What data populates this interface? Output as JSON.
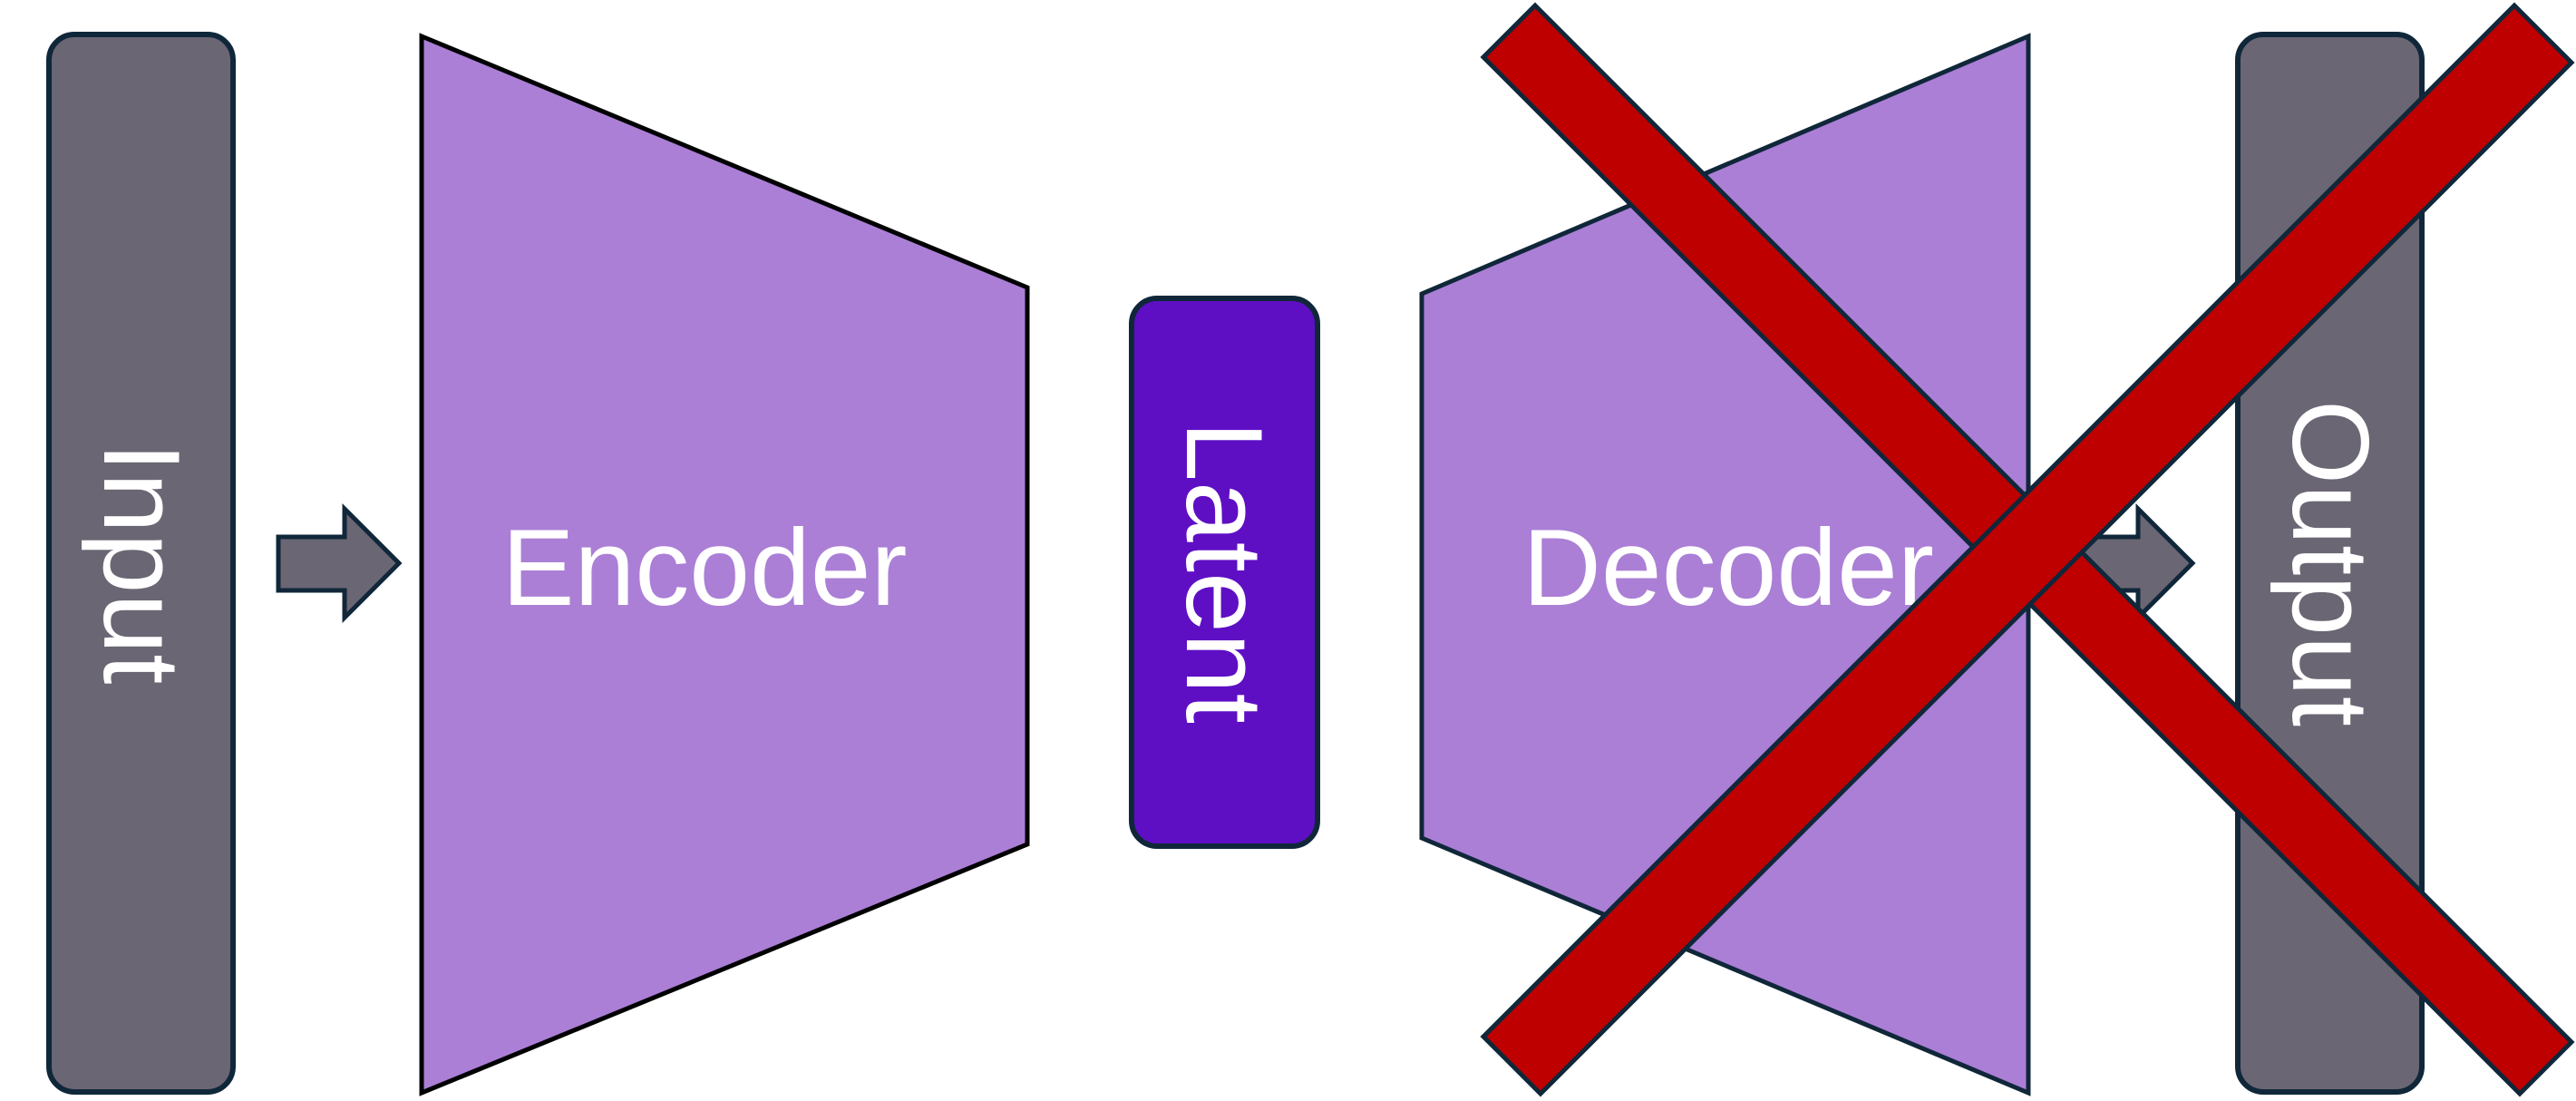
{
  "diagram": {
    "input": {
      "label": "Input"
    },
    "encoder": {
      "label": "Encoder"
    },
    "latent": {
      "label": "Latent"
    },
    "decoder": {
      "label": "Decoder"
    },
    "output": {
      "label": "Output"
    },
    "cross_out": {
      "target": "decoder and output"
    }
  },
  "colors": {
    "io_block": "#6b6673",
    "coder_block": "#ab7fd6",
    "latent_block": "#5e0fc4",
    "outline": "#10273a",
    "cross": "#bf0000",
    "arrow": "#6b6673"
  }
}
